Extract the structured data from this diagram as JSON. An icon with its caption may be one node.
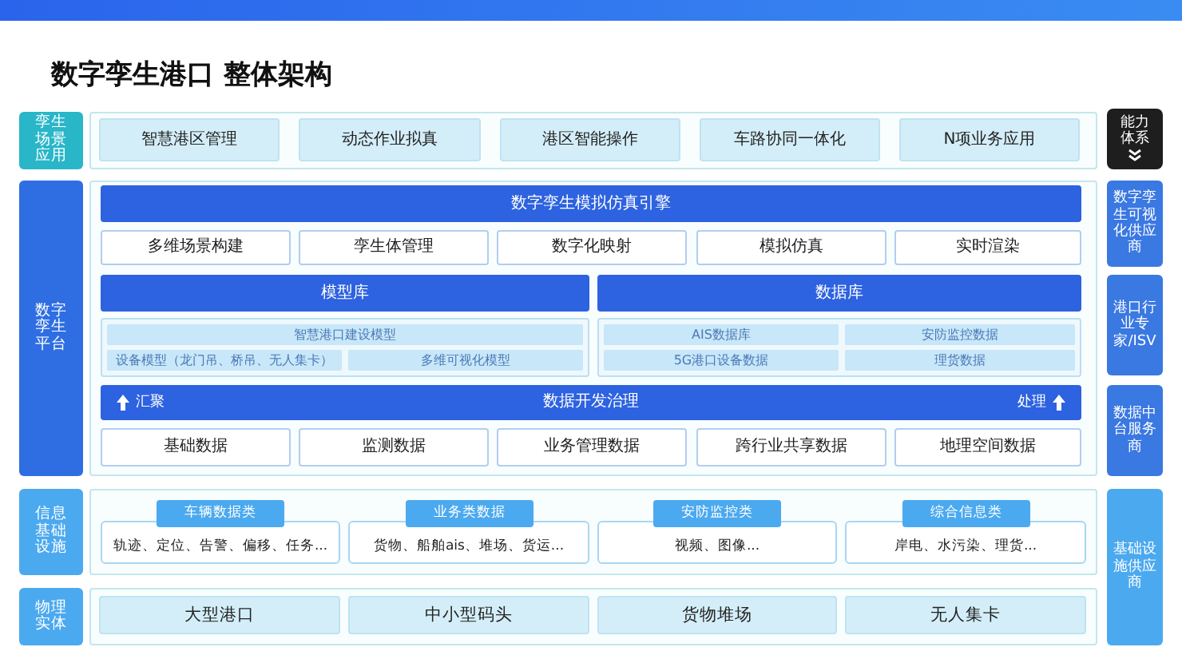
{
  "diagram": {
    "title": "数字孪生港口 整体架构",
    "nodes": [
      {
        "text": [
          "孪生场景应用"
        ]
      },
      {
        "text": [],
        "shape": "box"
      },
      {
        "text": [
          "智慧港区管理"
        ],
        "in": 1
      },
      {
        "text": [
          "动态作业拟真"
        ],
        "in": 1
      },
      {
        "text": [
          "港区智能操作"
        ],
        "in": 1
      },
      {
        "text": [
          "车路协同一体化"
        ],
        "in": 1
      },
      {
        "text": [
          "N项业务应用"
        ],
        "in": 1
      },
      {
        "text": [
          "能力体系"
        ]
      },
      {
        "text": [
          "数字孪生平台"
        ]
      },
      {
        "text": [],
        "shape": "box"
      },
      {
        "text": [
          "数字孪生模拟仿真引擎"
        ],
        "in": 9
      },
      {
        "text": [
          "多维场景构建"
        ],
        "in": 9
      },
      {
        "text": [
          "孪生体管理"
        ],
        "in": 9
      },
      {
        "text": [
          "数字化映射"
        ],
        "in": 9
      },
      {
        "text": [
          "模拟仿真"
        ],
        "in": 9
      },
      {
        "text": [
          "实时渲染"
        ],
        "in": 9
      },
      {
        "text": [
          "模型库"
        ],
        "in": 9
      },
      {
        "text": [
          "数据库"
        ],
        "in": 9
      },
      {
        "text": [],
        "shape": "box",
        "in": 9
      },
      {
        "text": [
          "智慧港口建设模型"
        ],
        "in": 18
      },
      {
        "text": [
          "设备模型（龙门吊、桥吊、无人集卡）"
        ],
        "in": 18
      },
      {
        "text": [
          "多维可视化模型"
        ],
        "in": 18
      },
      {
        "text": [],
        "shape": "box",
        "in": 9
      },
      {
        "text": [
          "AIS数据库"
        ],
        "in": 22
      },
      {
        "text": [
          "安防监控数据"
        ],
        "in": 22
      },
      {
        "text": [
          "5G港口设备数据"
        ],
        "in": 22
      },
      {
        "text": [
          "理货数据"
        ],
        "in": 22
      },
      {
        "text": [
          "汇聚",
          "数据开发治理",
          "处理"
        ],
        "in": 9
      },
      {
        "text": [
          "基础数据"
        ],
        "in": 9
      },
      {
        "text": [
          "监测数据"
        ],
        "in": 9
      },
      {
        "text": [
          "业务管理数据"
        ],
        "in": 9
      },
      {
        "text": [
          "跨行业共享数据"
        ],
        "in": 9
      },
      {
        "text": [
          "地理空间数据"
        ],
        "in": 9
      },
      {
        "text": [
          "数字孪生可视化供应商"
        ]
      },
      {
        "text": [
          "港口行业专家/ISV"
        ]
      },
      {
        "text": [
          "数据中台服务商"
        ]
      },
      {
        "text": [
          "信息基础设施"
        ]
      },
      {
        "text": [],
        "shape": "box"
      },
      {
        "text": [
          "车辆数据类",
          "轨迹、定位、告警、偏移、任务..."
        ],
        "in": 37
      },
      {
        "text": [
          "业务类数据",
          "货物、船舶ais、堆场、货运..."
        ],
        "in": 37
      },
      {
        "text": [
          "安防监控类",
          "视频、图像..."
        ],
        "in": 37
      },
      {
        "text": [
          "综合信息类",
          "岸电、水污染、理货..."
        ],
        "in": 37
      },
      {
        "text": [
          "基础设施供应商"
        ]
      },
      {
        "text": [
          "物理实体"
        ]
      },
      {
        "text": [],
        "shape": "box"
      },
      {
        "text": [
          "大型港口"
        ],
        "in": 44
      },
      {
        "text": [
          "中小型码头"
        ],
        "in": 44
      },
      {
        "text": [
          "货物堆场"
        ],
        "in": 44
      },
      {
        "text": [
          "无人集卡"
        ],
        "in": 44
      }
    ]
  }
}
